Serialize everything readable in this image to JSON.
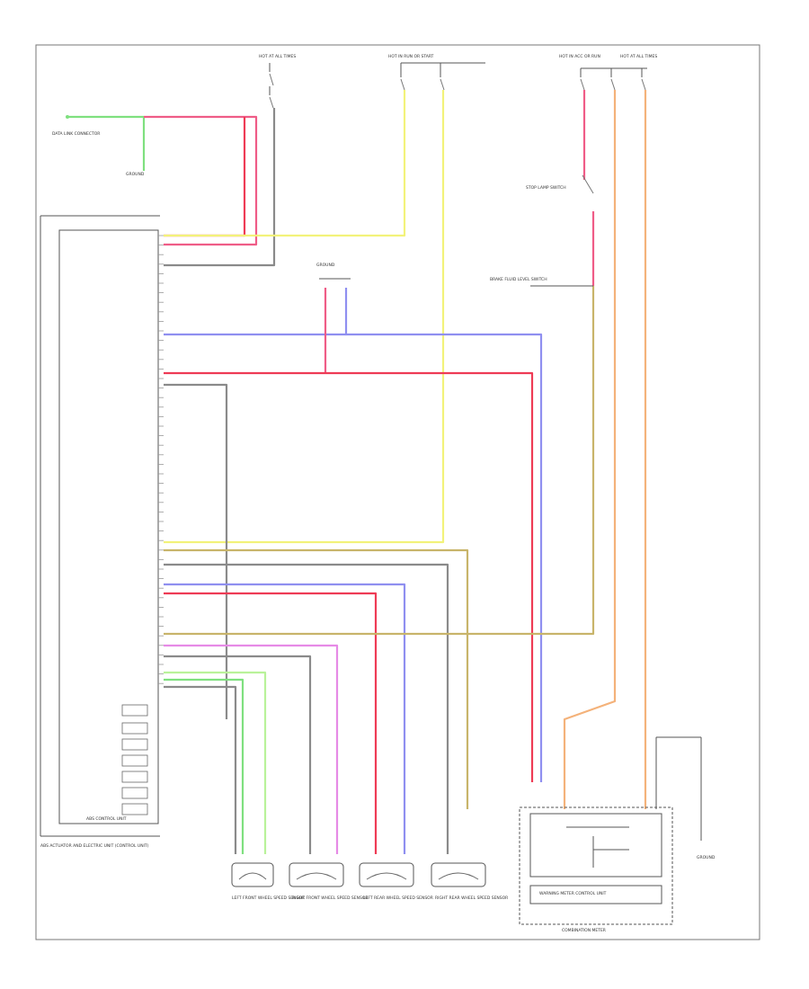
{
  "colors": {
    "yellow": "#f2f27a",
    "pink": "#ef5c87",
    "red": "#ee3b55",
    "blue": "#8f8ff0",
    "green": "#7fe07f",
    "orange": "#f4b27a",
    "olive": "#c8b46a",
    "gray": "#8a8a8a",
    "violet": "#e68ae6",
    "lightgreen": "#b9f29a"
  },
  "labels": {
    "page_footer": "",
    "hot_at_all_times_1": "HOT AT ALL TIMES",
    "hot_in_run_1": "HOT IN RUN OR START",
    "hot_in_acc_1": "HOT IN ACC OR RUN",
    "hot_at_all_times_2": "HOT AT ALL TIMES",
    "ground_1": "GROUND",
    "ground_2": "GROUND",
    "ground_3": "GROUND",
    "abs_control_unit": "ABS CONTROL UNIT",
    "combination_meter": "COMBINATION METER",
    "meter_control_unit": "WARNING METER CONTROL UNIT",
    "brake_fluid_switch": "BRAKE FLUID LEVEL SWITCH",
    "stop_lamp_switch": "STOP LAMP SWITCH",
    "data_link_connector": "DATA LINK CONNECTOR",
    "sensor_lf": "LEFT FRONT WHEEL SPEED SENSOR",
    "sensor_rf": "RIGHT FRONT WHEEL SPEED SENSOR",
    "sensor_lr": "LEFT REAR WHEEL SPEED SENSOR",
    "sensor_rr": "RIGHT REAR WHEEL SPEED SENSOR",
    "abs_module_note": "ABS ACTUATOR AND ELECTRIC UNIT (CONTROL UNIT)"
  }
}
